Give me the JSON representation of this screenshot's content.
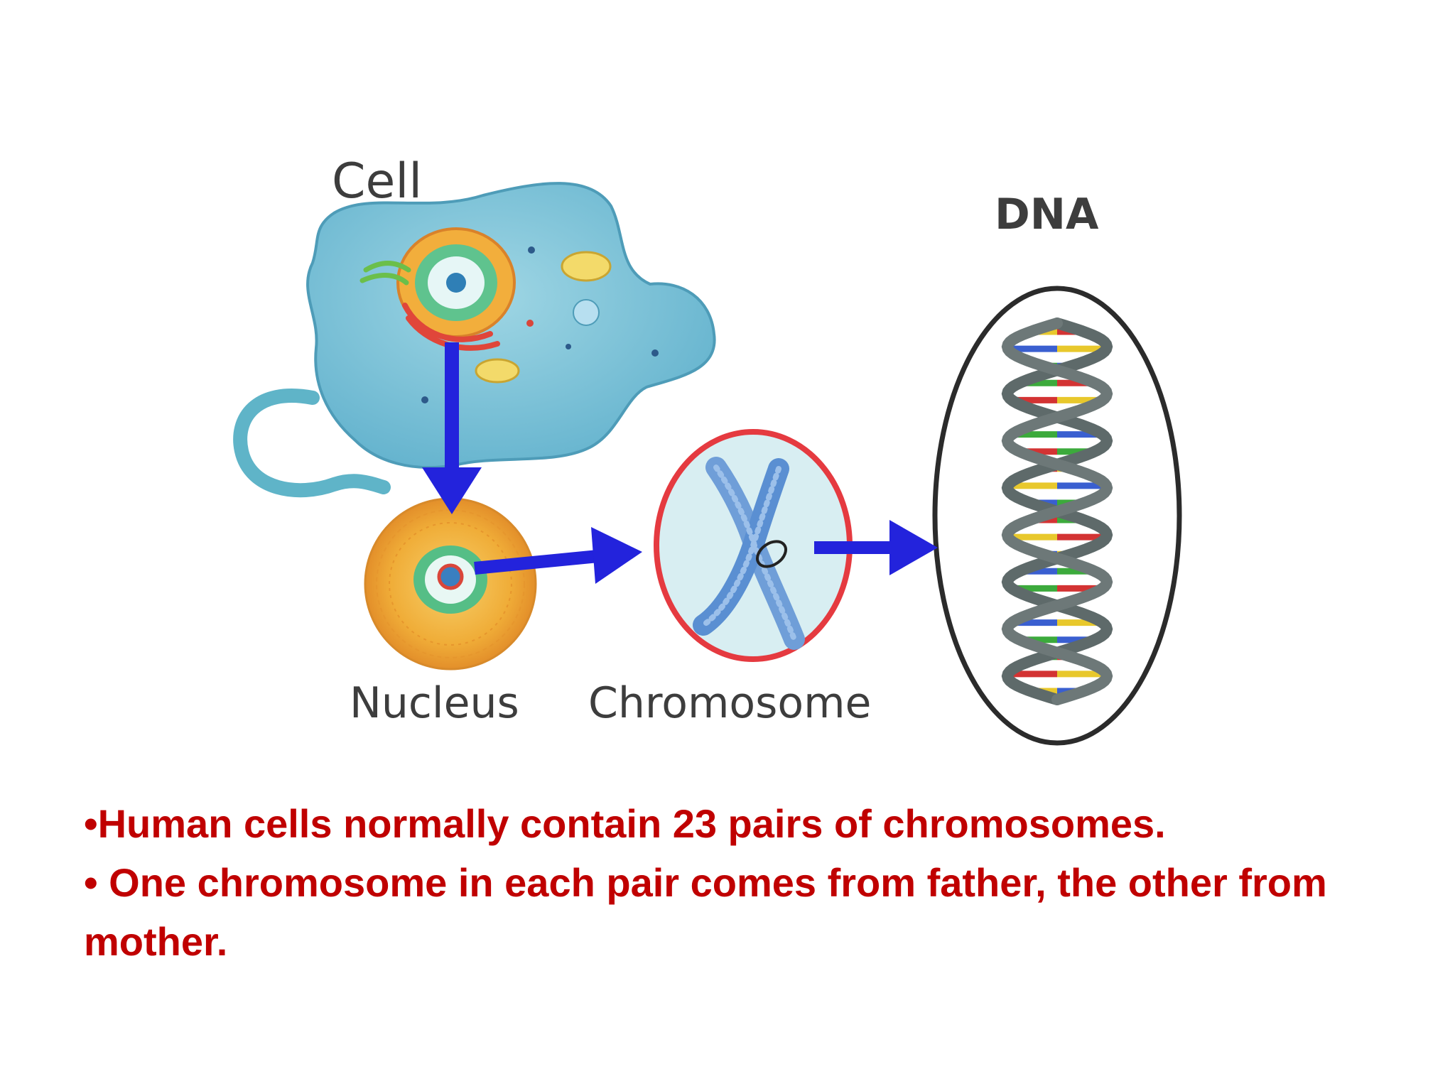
{
  "diagram": {
    "labels": {
      "cell": "Cell",
      "nucleus": "Nucleus",
      "chromosome": "Chromosome",
      "dna": "DNA"
    },
    "colors": {
      "arrow": "#2323dc",
      "cell_fill": "#79c3d8",
      "cell_outline": "#5aa8c4",
      "nucleus_fill": "#f2b53a",
      "chromosome_ring": "#e53a40",
      "chromosome_fill": "#d5edf1",
      "dna_backbone": "#5e6a6a",
      "dna_ring": "#222222",
      "base_colors": [
        "#d33333",
        "#e8c82c",
        "#3a5fd0",
        "#3caa3c"
      ]
    }
  },
  "bullets": [
    "•Human cells normally contain 23 pairs of chromosomes.",
    "• One chromosome in each pair comes from father, the other from mother."
  ]
}
